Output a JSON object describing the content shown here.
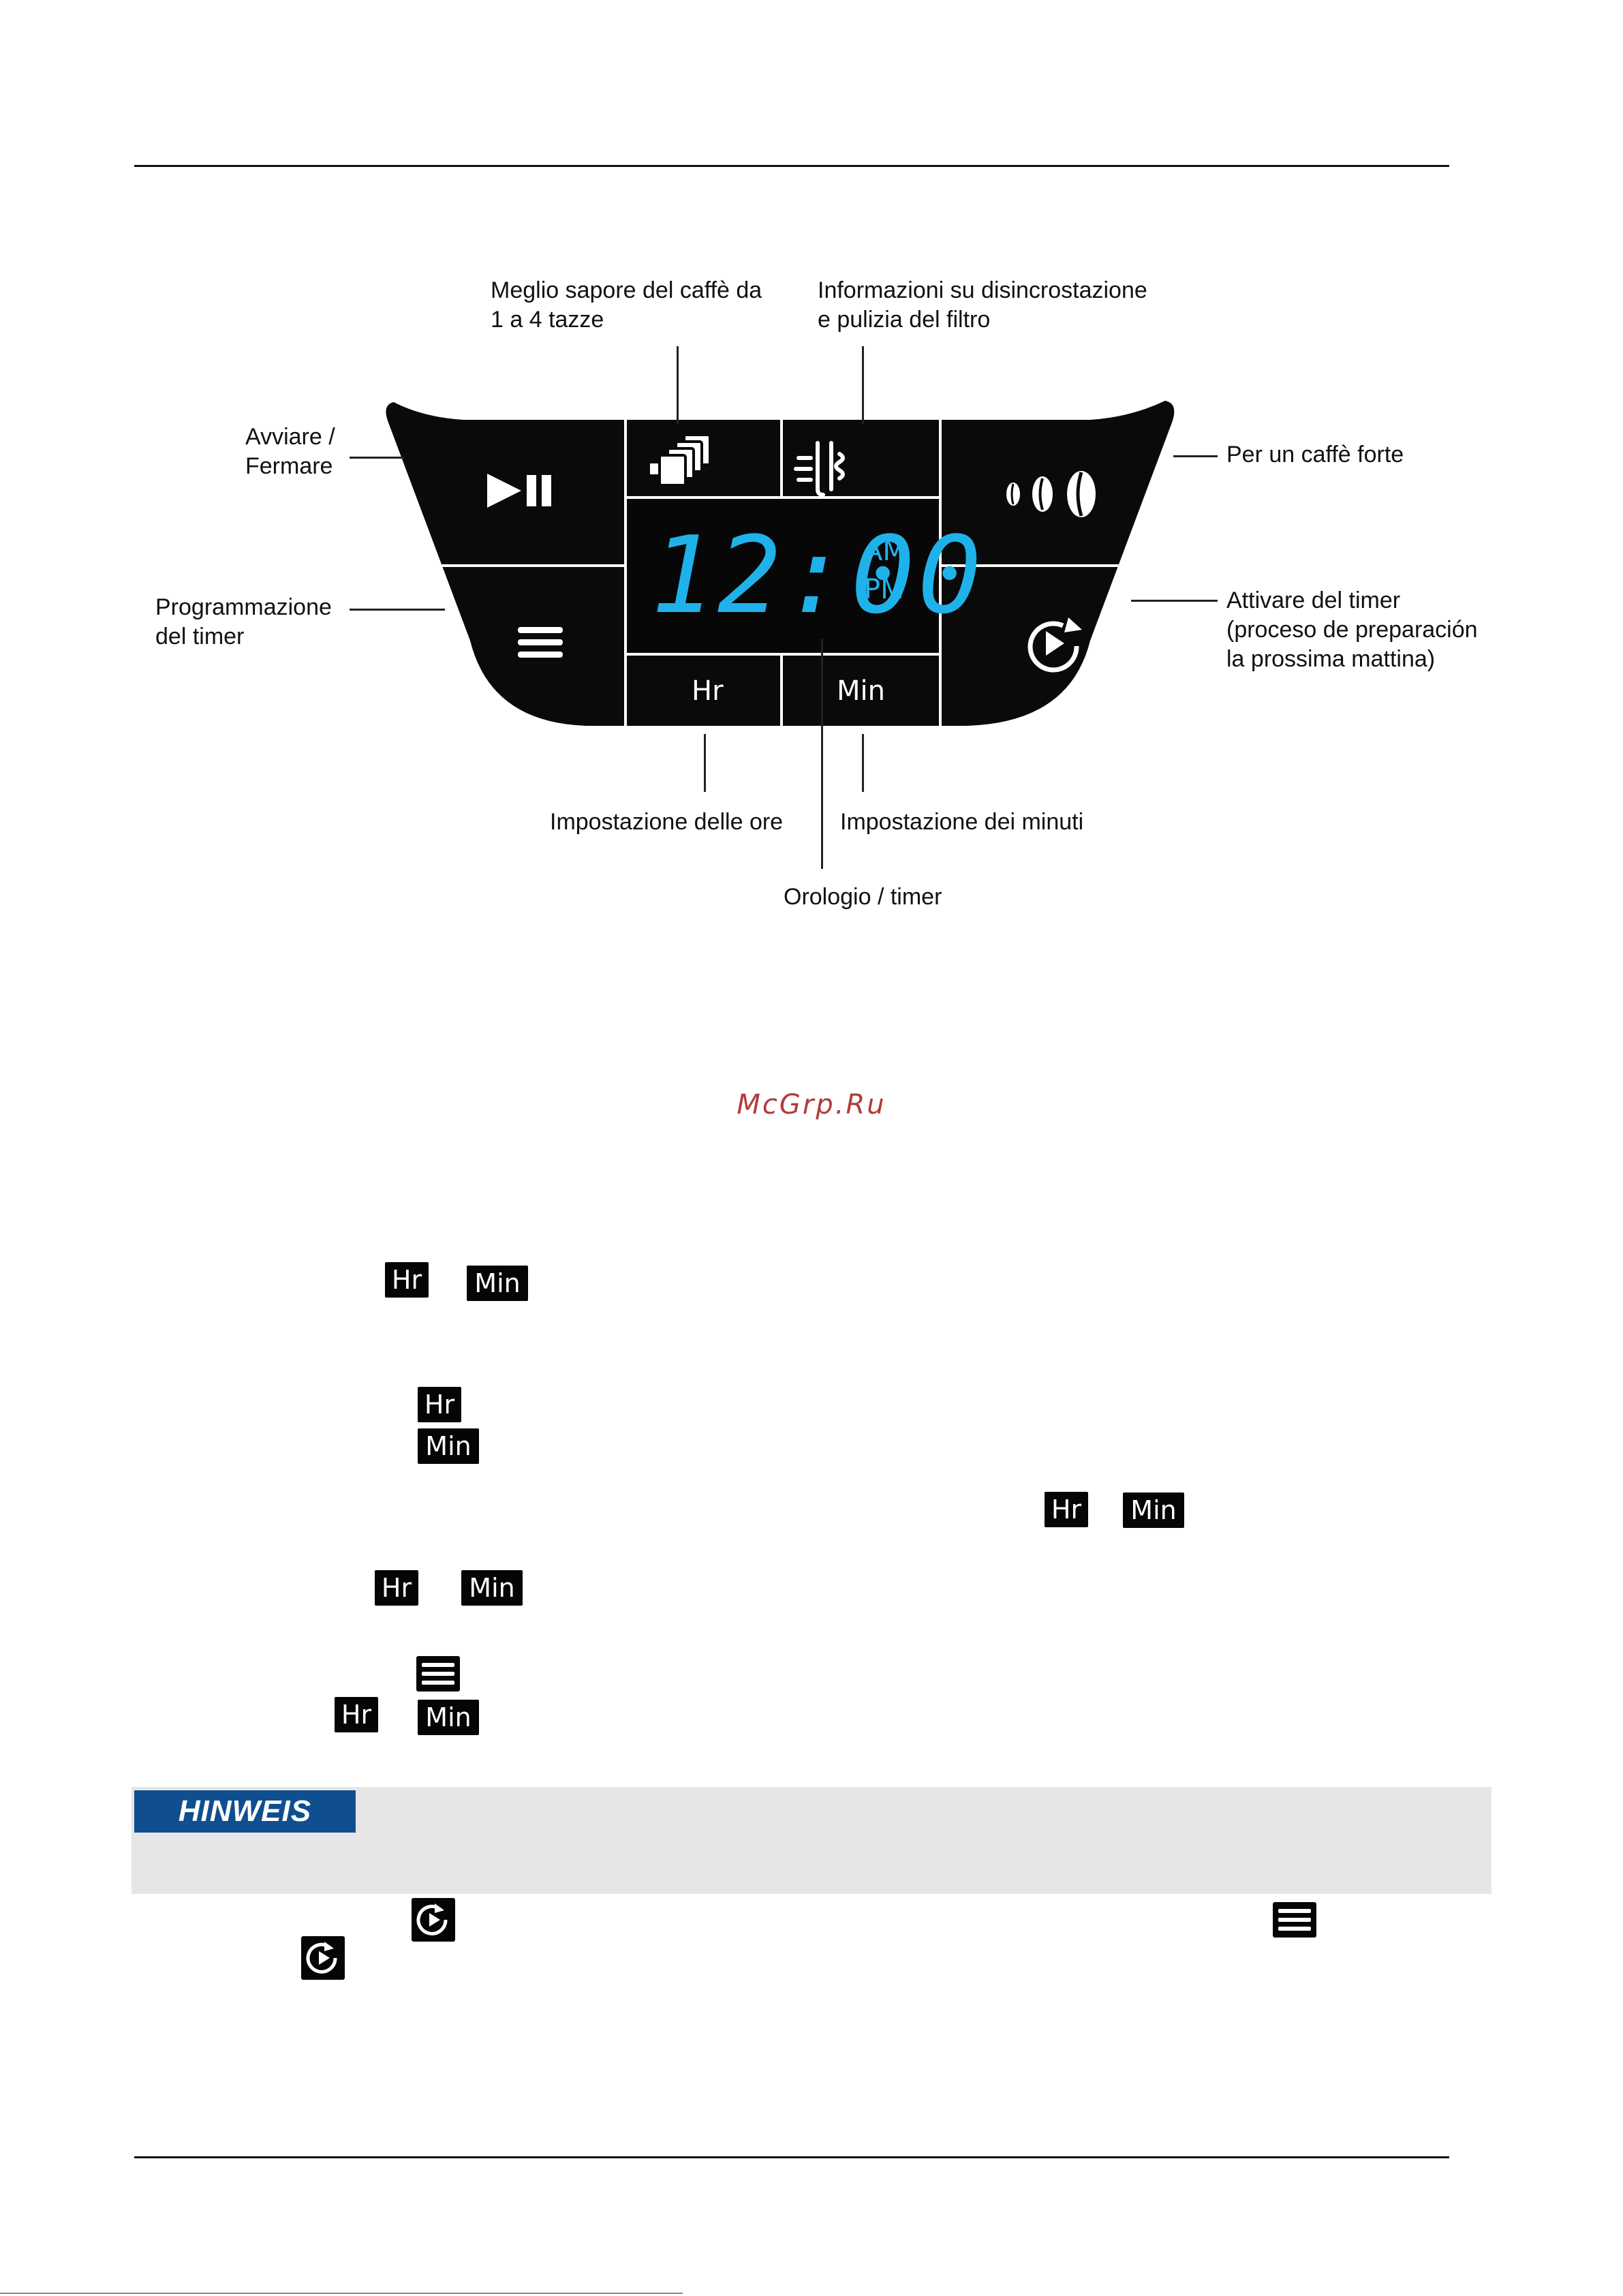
{
  "diagram": {
    "callouts": {
      "top_left": "Meglio sapore del caffè da\n1 a 4 tazze",
      "top_right": "Informazioni su disincrostazione\ne pulizia del filtro",
      "left_upper": "Avviare /\nFermare",
      "left_lower": "Programmazione\ndel timer",
      "right_upper": "Per un caffè forte",
      "right_lower": "Attivare del timer\n(proceso de preparación\nla prossima mattina)",
      "bottom_left": "Impostazione delle ore",
      "bottom_right": "Impostazione dei minuti",
      "bottom_center": "Orologio / timer"
    },
    "panel": {
      "display_time": "12:00",
      "display_am": "AM",
      "display_pm": "PM",
      "hr_label": "Hr",
      "min_label": "Min",
      "display_color": "#1fb2ea",
      "panel_color": "#0a0a0a",
      "icons": [
        "play-pause-icon",
        "cups-icon",
        "descale-filter-icon",
        "strong-beans-icon",
        "menu-icon",
        "timer-icon"
      ]
    }
  },
  "watermark": "McGrp.Ru",
  "body_icons": {
    "hr": "Hr",
    "min": "Min"
  },
  "hinweis": {
    "label": "HINWEIS",
    "badge_color": "#0f4f8f"
  }
}
